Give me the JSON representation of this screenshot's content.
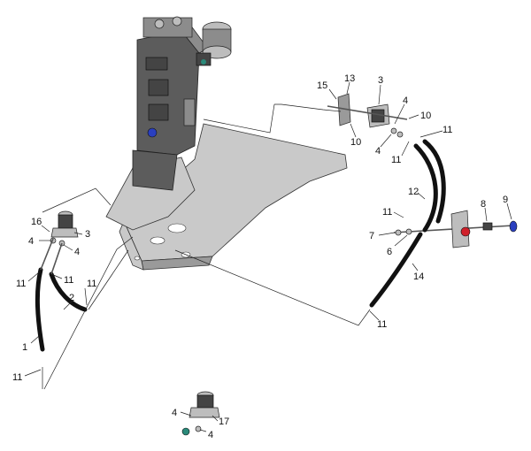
{
  "callouts": {
    "c1": "1",
    "c2": "2",
    "c3a": "3",
    "c3b": "3",
    "c4a": "4",
    "c4b": "4",
    "c4c": "4",
    "c4d": "4",
    "c4e": "4",
    "c4f": "4",
    "c6": "6",
    "c7": "7",
    "c8": "8",
    "c9": "9",
    "c10a": "10",
    "c10b": "10",
    "c11a": "11",
    "c11b": "11",
    "c11c": "11",
    "c11d": "11",
    "c11e": "11",
    "c11f": "11",
    "c11g": "11",
    "c11h": "11",
    "c12": "12",
    "c13": "13",
    "c14": "14",
    "c15": "15",
    "c16": "16",
    "c17": "17"
  },
  "colors": {
    "hose": "#111111",
    "accent_red": "#d0202a",
    "accent_blue": "#2a3fbf"
  }
}
